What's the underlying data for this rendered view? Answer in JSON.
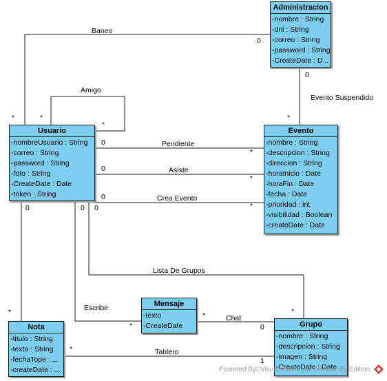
{
  "classes": {
    "administracion": {
      "name": "Administracion",
      "attributes": [
        "-nombre : String",
        "-dni : String",
        "-correo : String",
        "-password : String",
        "-CreateDate : D..."
      ]
    },
    "usuario": {
      "name": "Usuario",
      "attributes": [
        "-nombreUsuario : String",
        "-correo : String",
        "-password : String",
        "-foto : String",
        "-CreateDate : Date",
        "-token : String"
      ]
    },
    "evento": {
      "name": "Evento",
      "attributes": [
        "-nombre : String",
        "-descripcion : String",
        "-direccion : String",
        "-horaInicio : Date",
        "-horaFin : Date",
        "-fecha : Date",
        "-prioridad : int",
        "-visibilidad : Boolean",
        "-createDate : Date"
      ]
    },
    "mensaje": {
      "name": "Mensaje",
      "attributes": [
        "-texto",
        "-CreateDate"
      ]
    },
    "nota": {
      "name": "Nota",
      "attributes": [
        "-titulo : String",
        "-texto : String",
        "-fechaTope : ...",
        "-createDate : ..."
      ]
    },
    "grupo": {
      "name": "Grupo",
      "attributes": [
        "-nombre : String",
        "-descripcion : String",
        "-imagen : String",
        "-CreateDate : Date"
      ]
    }
  },
  "associations": {
    "baneo": "Baneo",
    "amigo": "Amigo",
    "evento_suspendido": "Evento Suspendido",
    "pendiente": "Pendiente",
    "asiste": "Asiste",
    "crea_evento": "Crea Evento",
    "lista_de_grupos": "Lista De Grupos",
    "escribe": "Escribe",
    "chat": "Chat",
    "tablero": "Tablero"
  },
  "multiplicities": {
    "baneo_admin": "0",
    "baneo_usuario": "*",
    "amigo_left": "*",
    "amigo_right": "*",
    "suspendido_admin": "0",
    "suspendido_evento": "*",
    "pendiente_usuario": "0",
    "pendiente_evento": "*",
    "asiste_usuario": "0",
    "asiste_evento": "*",
    "crea_usuario": "0",
    "crea_evento": "*",
    "usuario_bottom_left": "0",
    "usuario_bottom_mid": "0",
    "usuario_bottom_right": "0",
    "nota_top": "*",
    "escribe_mensaje": "*",
    "chat_mensaje": "*",
    "chat_grupo": "0",
    "lista_grupo": "*",
    "tablero_nota": "*",
    "tablero_grupo": "1"
  },
  "footer": "Powered By□Visual Paradigm Community Edition",
  "colors": {
    "class_fill": "#7ecef2",
    "line": "#1a1a1a",
    "footer": "#9a9a9a",
    "logo": "#d9342b"
  }
}
